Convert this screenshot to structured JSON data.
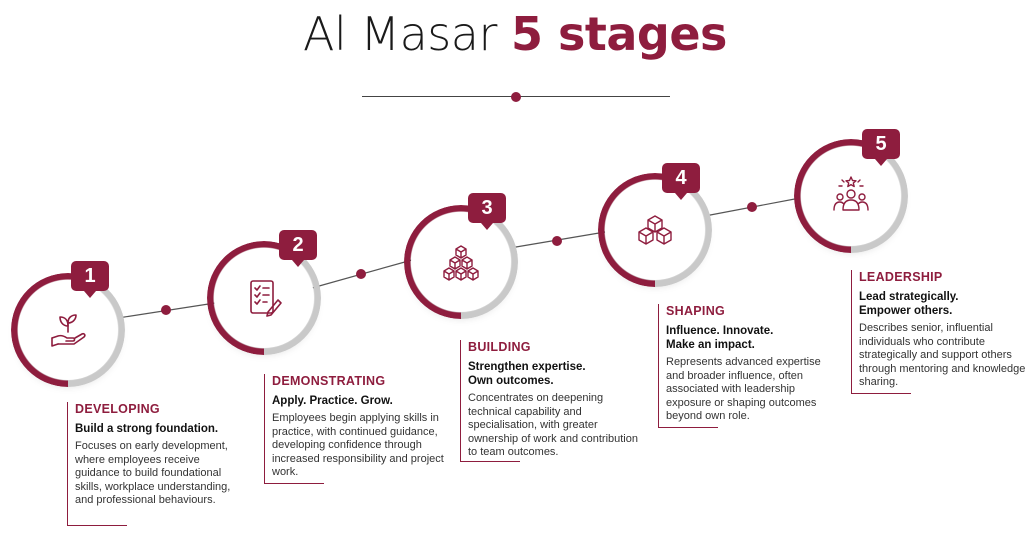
{
  "header": {
    "title_plain": "Al Masar",
    "title_accent": "5 stages"
  },
  "colors": {
    "accent": "#8e1d3e",
    "ring_gray": "#c9c9c9",
    "connector": "#555555"
  },
  "stages": [
    {
      "number": "1",
      "name": "DEVELOPING",
      "tagline": "Build a strong foundation.",
      "description": "Focuses on early development, where employees receive guidance to build foundational skills, workplace understanding, and professional behaviours.",
      "icon": "hand-plant-icon"
    },
    {
      "number": "2",
      "name": "DEMONSTRATING",
      "tagline": "Apply. Practice. Grow.",
      "description": "Employees begin applying skills in practice, with continued guidance, developing confidence through increased responsibility and project work.",
      "icon": "checklist-icon"
    },
    {
      "number": "3",
      "name": "BUILDING",
      "tagline": "Strengthen expertise. Own outcomes.",
      "description": "Concentrates on deepening technical capability and specialisation, with greater ownership of work and contribution to team outcomes.",
      "icon": "block-pyramid-icon"
    },
    {
      "number": "4",
      "name": "SHAPING",
      "tagline": "Influence. Innovate. Make an impact.",
      "description": "Represents advanced expertise and broader influence, often associated with leadership exposure or shaping outcomes beyond own role.",
      "icon": "cubes-icon"
    },
    {
      "number": "5",
      "name": "LEADERSHIP",
      "tagline": "Lead strategically. Empower others.",
      "description": "Describes senior, influential individuals who contribute strategically and support others through mentoring and knowledge sharing.",
      "icon": "team-star-icon"
    }
  ]
}
